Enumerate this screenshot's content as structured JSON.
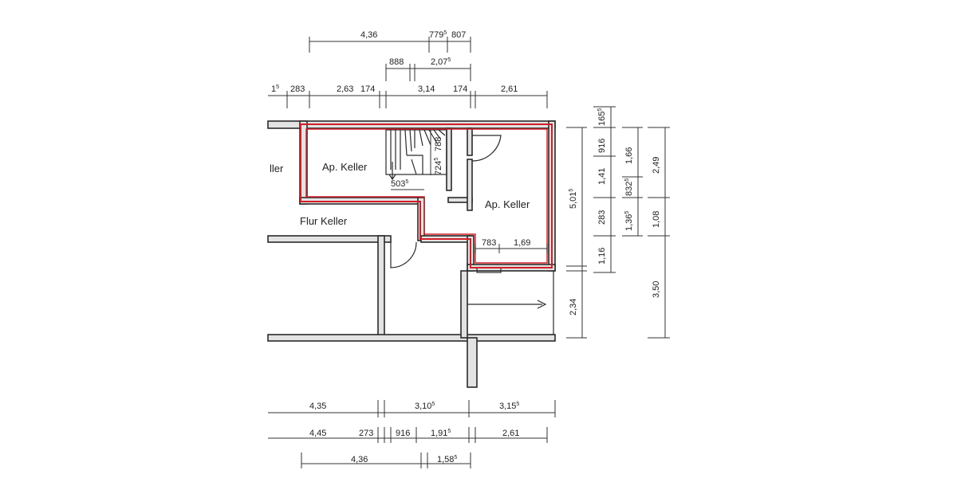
{
  "rooms": {
    "ap_keller_left": "Ap. Keller",
    "ap_keller_right": "Ap. Keller",
    "flur_keller": "Flur Keller",
    "keller_partial": "ller"
  },
  "dims_top": {
    "row1": [
      {
        "main": "4,36",
        "sup": ""
      },
      {
        "main": "779",
        "sup": "5"
      },
      {
        "main": "807",
        "sup": ""
      }
    ],
    "row2": [
      {
        "main": "888",
        "sup": ""
      },
      {
        "main": "2,07",
        "sup": "5"
      }
    ],
    "row3": [
      {
        "main": "1",
        "sup": "5"
      },
      {
        "main": "283",
        "sup": ""
      },
      {
        "main": "2,63",
        "sup": ""
      },
      {
        "main": "174",
        "sup": ""
      },
      {
        "main": "3,14",
        "sup": ""
      },
      {
        "main": "174",
        "sup": ""
      },
      {
        "main": "2,61",
        "sup": ""
      }
    ]
  },
  "dims_interior": {
    "stair_788": {
      "main": "788",
      "sup": ""
    },
    "stair_724": {
      "main": "724",
      "sup": "5"
    },
    "stair_503": {
      "main": "503",
      "sup": "5"
    },
    "room_783": {
      "main": "783",
      "sup": ""
    },
    "room_169": {
      "main": "1,69",
      "sup": ""
    }
  },
  "dims_right": {
    "col1": [
      {
        "main": "5,01",
        "sup": "5"
      },
      {
        "main": "2,34",
        "sup": ""
      }
    ],
    "col2": [
      {
        "main": "165",
        "sup": "5"
      },
      {
        "main": "916",
        "sup": ""
      },
      {
        "main": "1,41",
        "sup": ""
      },
      {
        "main": "283",
        "sup": ""
      },
      {
        "main": "1,16",
        "sup": ""
      }
    ],
    "col3": [
      {
        "main": "1,66",
        "sup": ""
      },
      {
        "main": "832",
        "sup": "5"
      },
      {
        "main": "1,36",
        "sup": "5"
      }
    ],
    "col4": [
      {
        "main": "2,49",
        "sup": ""
      },
      {
        "main": "1,08",
        "sup": ""
      },
      {
        "main": "3,50",
        "sup": ""
      }
    ]
  },
  "dims_bottom": {
    "row1": [
      {
        "main": "4,35",
        "sup": ""
      },
      {
        "main": "3,10",
        "sup": "5"
      },
      {
        "main": "3,15",
        "sup": "5"
      }
    ],
    "row2": [
      {
        "main": "4,45",
        "sup": ""
      },
      {
        "main": "273",
        "sup": ""
      },
      {
        "main": "916",
        "sup": ""
      },
      {
        "main": "1,91",
        "sup": "5"
      },
      {
        "main": "2,61",
        "sup": ""
      }
    ],
    "row3": [
      {
        "main": "4,36",
        "sup": ""
      },
      {
        "main": "1,58",
        "sup": "5"
      }
    ]
  },
  "colors": {
    "outline": "#d21e26",
    "wall_fill": "#e3e3e3",
    "line": "#2a2a2a"
  }
}
